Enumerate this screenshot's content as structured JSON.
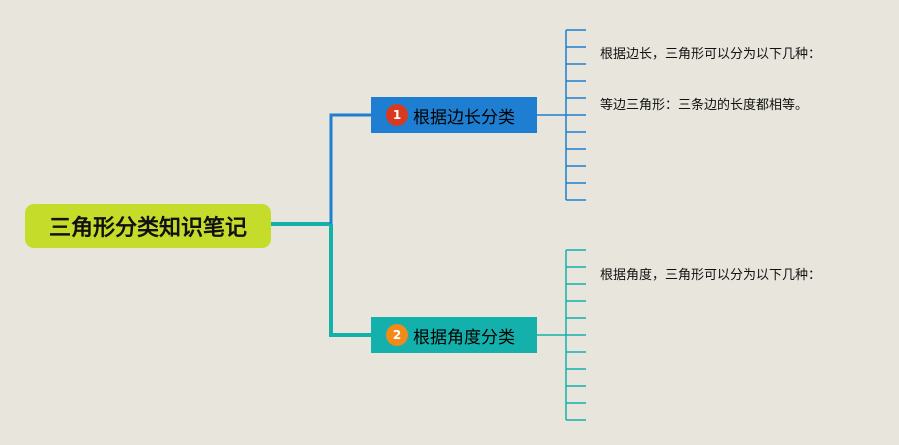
{
  "root": {
    "label": "三角形分类知识笔记"
  },
  "branches": [
    {
      "number": "1",
      "label": "根据边长分类",
      "color": "#1e7fd2",
      "badge_color": "#d73a1e",
      "leaves": [
        "根据边长，三角形可以分为以下几种：",
        "",
        "",
        "等边三角形：三条边的长度都相等。",
        "",
        "",
        "",
        "",
        "",
        ""
      ]
    },
    {
      "number": "2",
      "label": "根据角度分类",
      "color": "#14b1ac",
      "badge_color": "#f28a1a",
      "leaves": [
        "根据角度，三角形可以分为以下几种：",
        "",
        "",
        "",
        "",
        "",
        "",
        "",
        "",
        ""
      ]
    }
  ],
  "colors": {
    "background": "#e8e5dc",
    "root": "#c6dc2a"
  }
}
